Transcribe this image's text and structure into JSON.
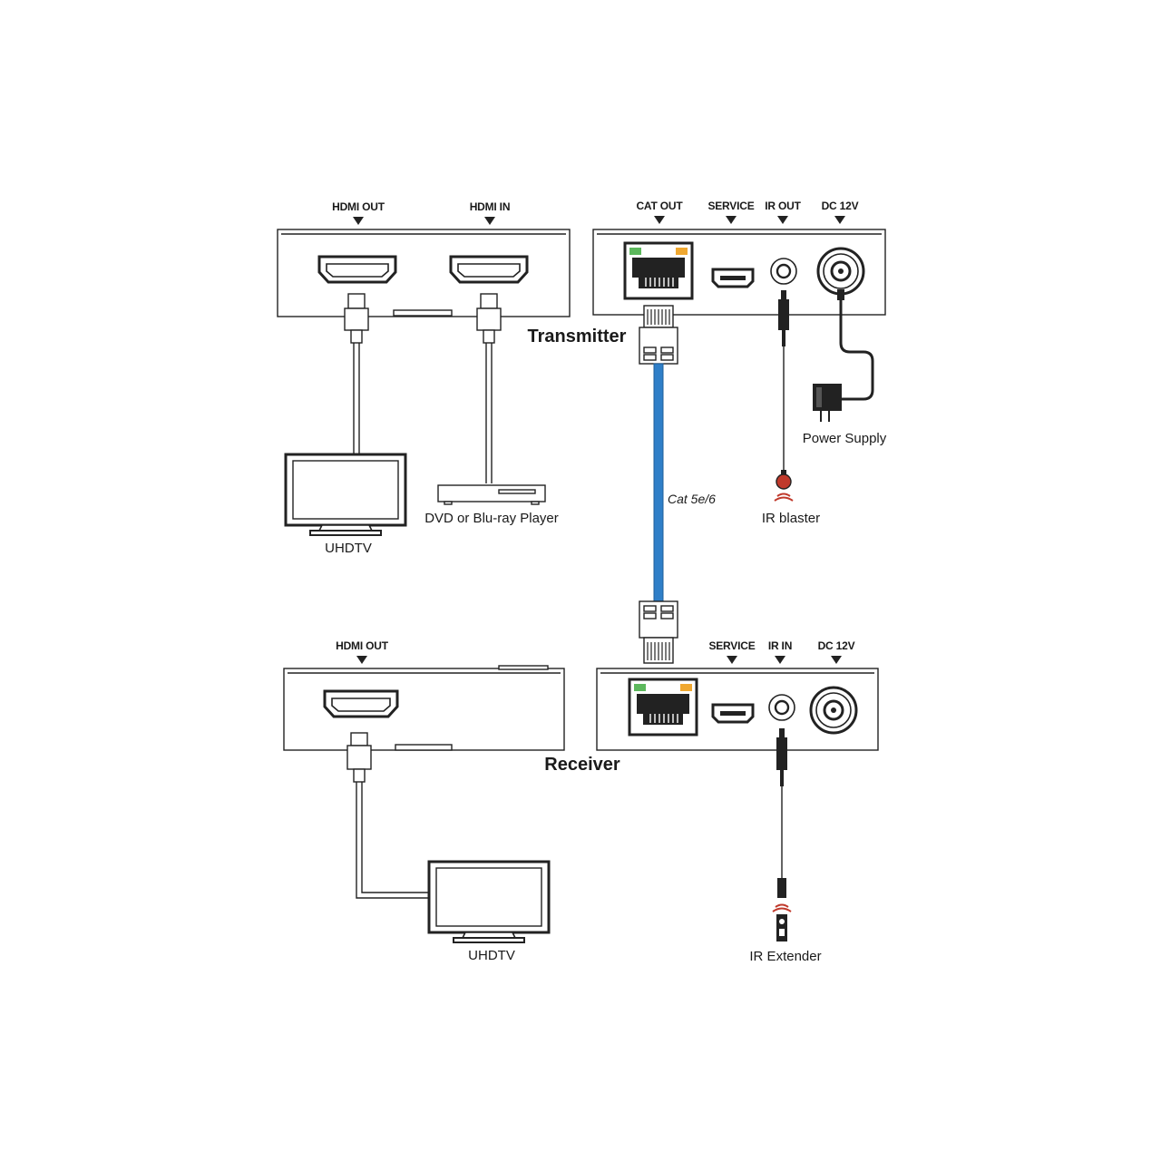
{
  "transmitter": {
    "title": "Transmitter",
    "local_ports": [
      "HDMI OUT",
      "HDMI IN"
    ],
    "remote_ports": [
      "CAT OUT",
      "SERVICE",
      "IR OUT",
      "DC 12V"
    ]
  },
  "receiver": {
    "title": "Receiver",
    "local_ports": [
      "HDMI OUT"
    ],
    "remote_ports": [
      "SERVICE",
      "IR IN",
      "DC 12V"
    ]
  },
  "devices": {
    "uhdtv_top": "UHDTV",
    "player": "DVD or Blu-ray Player",
    "power_supply": "Power Supply",
    "ir_blaster": "IR blaster",
    "uhdtv_bottom": "UHDTV",
    "ir_extender": "IR Extender"
  },
  "cable": {
    "label": "Cat 5e/6",
    "color": "#2f7fc8"
  },
  "colors": {
    "led_green": "#5cb85c",
    "led_amber": "#f0a830",
    "ir_red": "#c0392b"
  }
}
